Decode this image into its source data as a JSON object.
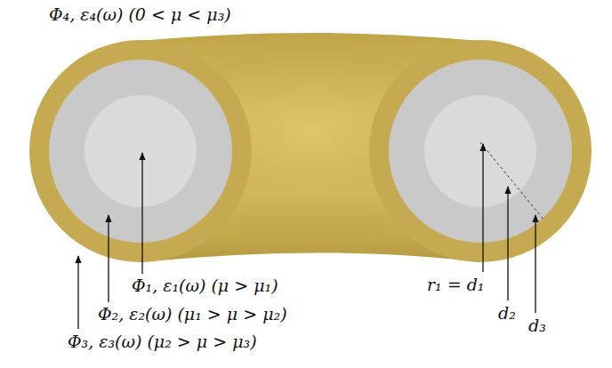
{
  "diagram": {
    "labels": [
      "Φ₄, ε₄(ω) (0 < μ < μ₃)",
      "Φ₁, ε₁(ω) (μ > μ₁)",
      "Φ₂, ε₂(ω) (μ₁ > μ > μ₂)",
      "Φ₃, ε₃(ω) (μ₂ > μ > μ₃)",
      "r₁ = d₁",
      "d₂",
      "d₃"
    ]
  }
}
